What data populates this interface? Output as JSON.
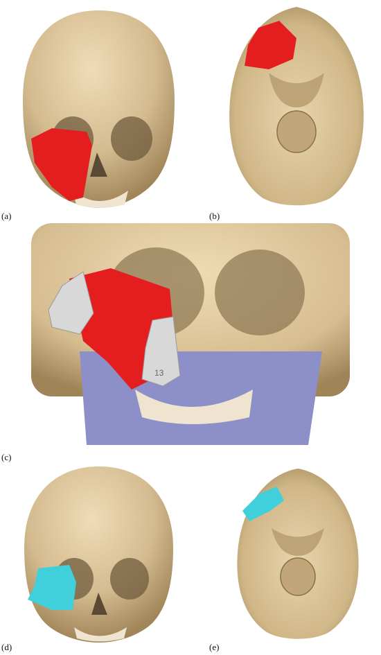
{
  "panels": [
    {
      "id": "a",
      "label": "(a)",
      "view": "frontal skull with red defect over right maxilla/orbit"
    },
    {
      "id": "b",
      "label": "(b)",
      "view": "inferior skull base with red defect"
    },
    {
      "id": "c",
      "label": "(c)",
      "view": "close-up frontal with red defect, white plates and blue mandible"
    },
    {
      "id": "d",
      "label": "(d)",
      "view": "frontal skull with cyan implant"
    },
    {
      "id": "e",
      "label": "(e)",
      "view": "inferior skull base with cyan implant"
    }
  ],
  "colors": {
    "bone": "#d9c29a",
    "bone_dark": "#a48a5e",
    "defect": "#e41e1e",
    "implant": "#3fd0dc",
    "plate": "#d8d8d8",
    "mandible": "#8c8fc8"
  },
  "plate_marking": "13"
}
